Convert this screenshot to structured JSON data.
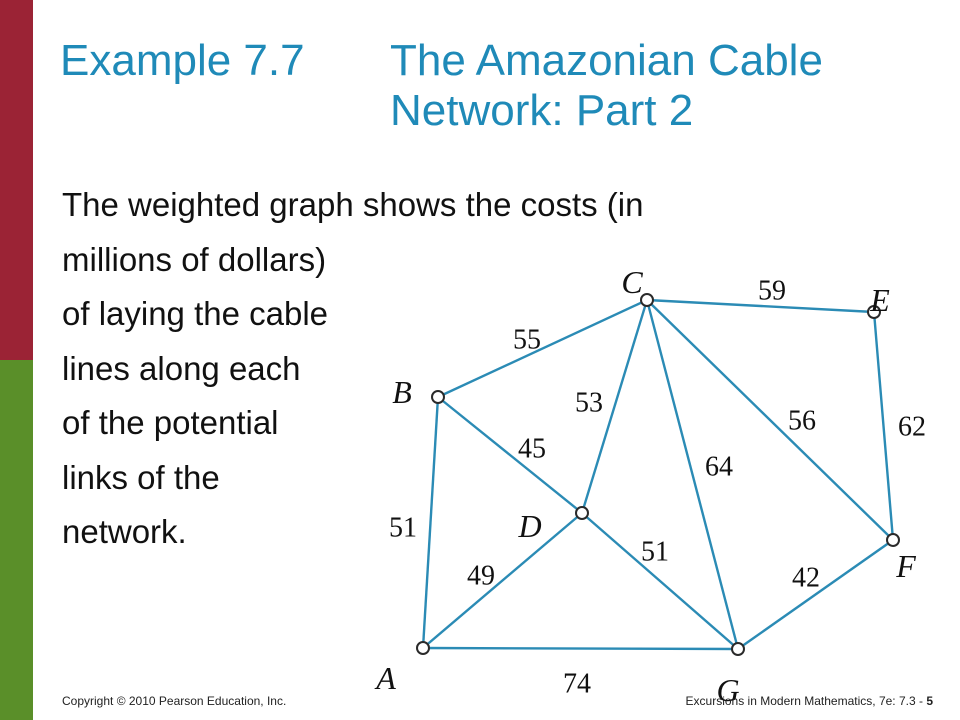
{
  "slide": {
    "title_label": "Example 7.7",
    "title_lines": [
      "The Amazonian Cable",
      "Network: Part 2"
    ],
    "body_lines": [
      "The weighted graph shows the costs (in",
      "millions of dollars)",
      "of laying the cable",
      "lines along each",
      "of the potential",
      "links of the",
      "network."
    ]
  },
  "footer": {
    "copyright": "Copyright © 2010 Pearson Education, Inc.",
    "source": "Excursions in Modern Mathematics, 7e: 7.3 - ",
    "page": "5"
  },
  "colors": {
    "accent": "#1f8ab8",
    "edge": "#2b8bb5",
    "bar_red": "#9b2335",
    "bar_green": "#5a8f29"
  },
  "graph": {
    "vertices": [
      "A",
      "B",
      "C",
      "D",
      "E",
      "F",
      "G"
    ],
    "edges": [
      {
        "from": "A",
        "to": "B",
        "weight": "51"
      },
      {
        "from": "B",
        "to": "C",
        "weight": "55"
      },
      {
        "from": "B",
        "to": "D",
        "weight": "45"
      },
      {
        "from": "C",
        "to": "D",
        "weight": "53"
      },
      {
        "from": "C",
        "to": "E",
        "weight": "59"
      },
      {
        "from": "C",
        "to": "G",
        "weight": "64"
      },
      {
        "from": "C",
        "to": "F",
        "weight": "56"
      },
      {
        "from": "E",
        "to": "F",
        "weight": "62"
      },
      {
        "from": "A",
        "to": "D",
        "weight": "49"
      },
      {
        "from": "D",
        "to": "G",
        "weight": "51"
      },
      {
        "from": "F",
        "to": "G",
        "weight": "42"
      },
      {
        "from": "A",
        "to": "G",
        "weight": "74"
      }
    ]
  }
}
